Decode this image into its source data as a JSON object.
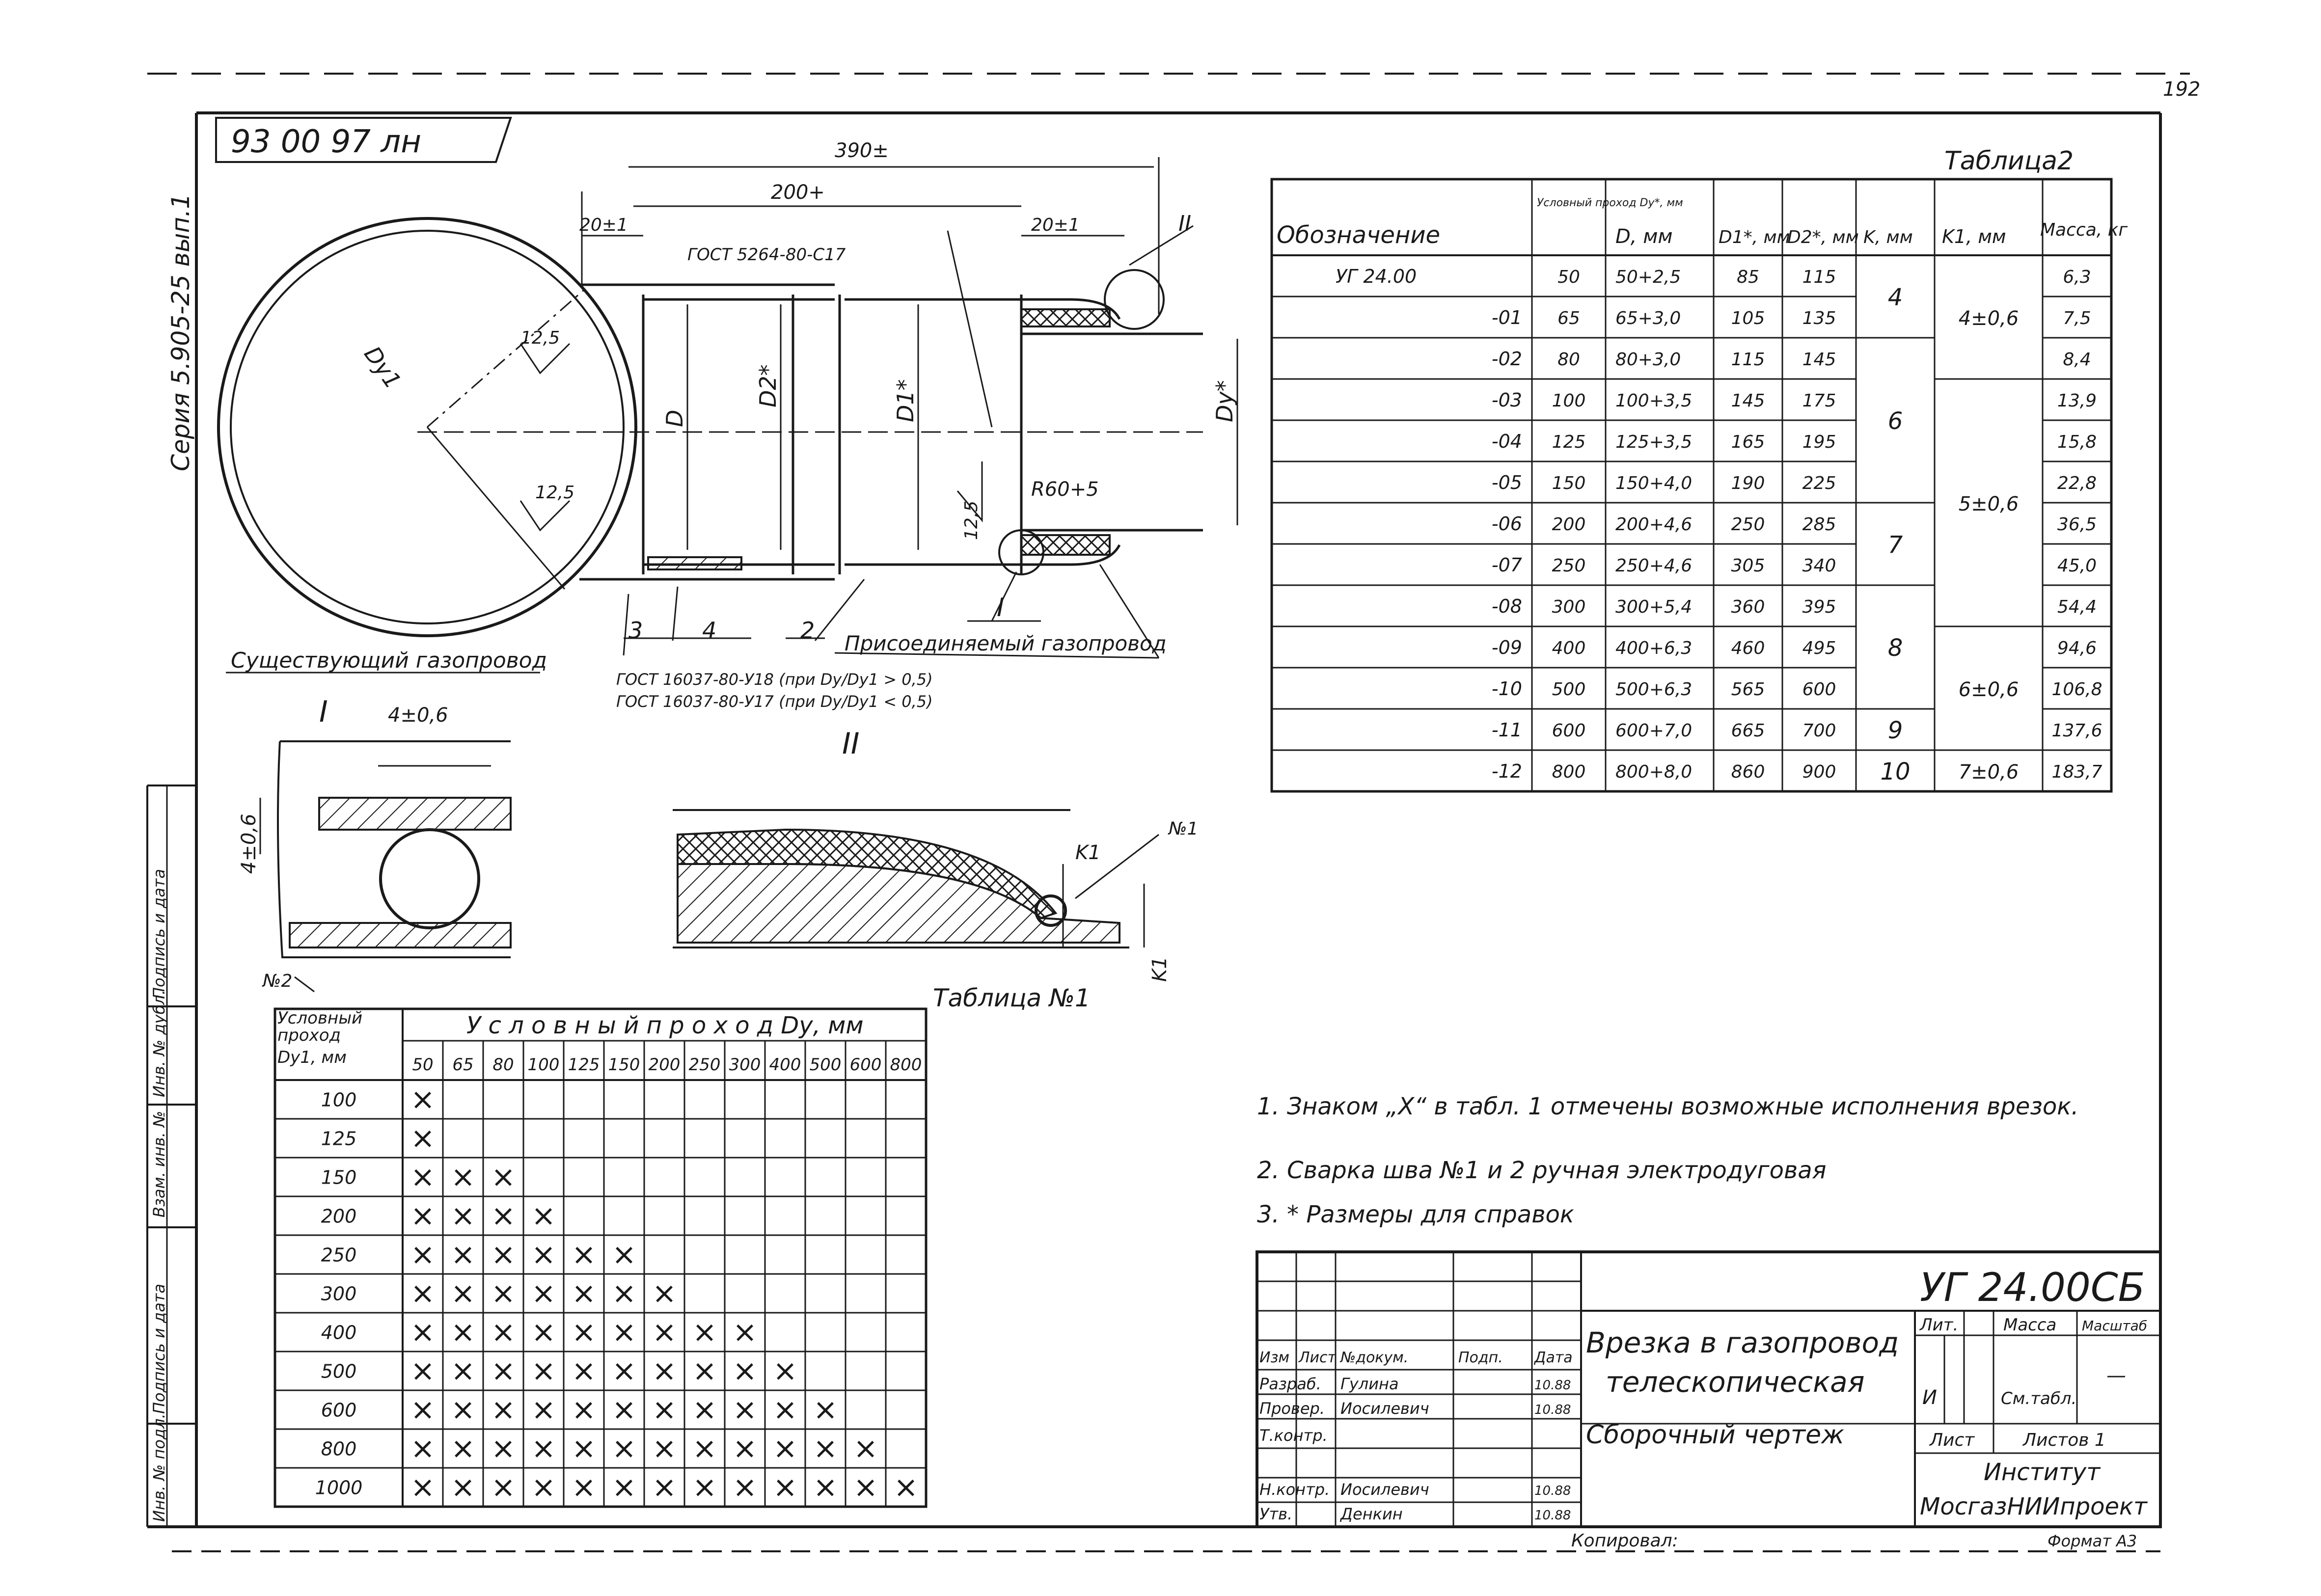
{
  "sheet": {
    "top_code": "93 00 97 лн",
    "corner_mark": "192",
    "side_note": "Серия 5.905-25 вып.1"
  },
  "main_view": {
    "dim_overall": "390±",
    "dim_inner": "200+",
    "dim_left": "20±1",
    "dim_right": "20±1",
    "gost_top": "ГОСТ 5264-80-С17",
    "roughness": [
      "12,5",
      "12,5",
      "12,5"
    ],
    "dy1_label": "Dу1",
    "d_label": "D",
    "d2_label": "D2*",
    "d1_label": "D1*",
    "dy_label": "Dу*",
    "radius": "R60+5",
    "view_ref_1": "I",
    "view_ref_2": "II",
    "pos_labels": [
      "3",
      "4",
      "2"
    ],
    "existing_pipe": "Существующий газопровод",
    "attached_pipe": "Присоединяемый газопровод",
    "gost_weld_1": "ГОСТ 16037-80-У18 (при Dу/Dу1 > 0,5)",
    "gost_weld_2": "ГОСТ 16037-80-У17 (при Dу/Dу1 < 0,5)"
  },
  "detail_1": {
    "title": "I",
    "dim_top": "4±0,6",
    "dim_left": "4±0,6",
    "weld_no": "№2"
  },
  "detail_2": {
    "title": "II",
    "k1": "K1",
    "k_label": "K1",
    "weld_no": "№1"
  },
  "table1": {
    "title": "Таблица №1",
    "row_header_lines": [
      "Условный",
      "проход",
      "Dу1, мм"
    ],
    "group_header": "У с л о в н ы й   п р о х о д   Dу, мм",
    "columns": [
      "50",
      "65",
      "80",
      "100",
      "125",
      "150",
      "200",
      "250",
      "300",
      "400",
      "500",
      "600",
      "800"
    ],
    "rows": [
      "100",
      "125",
      "150",
      "200",
      "250",
      "300",
      "400",
      "500",
      "600",
      "800",
      "1000"
    ],
    "marks_per_row": [
      1,
      1,
      3,
      4,
      6,
      7,
      9,
      10,
      11,
      12,
      13
    ],
    "mark_symbol": "×"
  },
  "table2": {
    "title": "Таблица2",
    "headers": [
      "Обозначение",
      "Условный проход Dу*, мм",
      "D, мм",
      "D1*, мм",
      "D2*, мм",
      "K, мм",
      "K1, мм",
      "Масса, кг"
    ],
    "rows": [
      {
        "designation": "УГ 24.00",
        "dy": "50",
        "d": "50+2,5",
        "d1": "85",
        "d2": "115",
        "mass": "6,3"
      },
      {
        "designation": "-01",
        "dy": "65",
        "d": "65+3,0",
        "d1": "105",
        "d2": "135",
        "mass": "7,5"
      },
      {
        "designation": "-02",
        "dy": "80",
        "d": "80+3,0",
        "d1": "115",
        "d2": "145",
        "mass": "8,4"
      },
      {
        "designation": "-03",
        "dy": "100",
        "d": "100+3,5",
        "d1": "145",
        "d2": "175",
        "mass": "13,9"
      },
      {
        "designation": "-04",
        "dy": "125",
        "d": "125+3,5",
        "d1": "165",
        "d2": "195",
        "mass": "15,8"
      },
      {
        "designation": "-05",
        "dy": "150",
        "d": "150+4,0",
        "d1": "190",
        "d2": "225",
        "mass": "22,8"
      },
      {
        "designation": "-06",
        "dy": "200",
        "d": "200+4,6",
        "d1": "250",
        "d2": "285",
        "mass": "36,5"
      },
      {
        "designation": "-07",
        "dy": "250",
        "d": "250+4,6",
        "d1": "305",
        "d2": "340",
        "mass": "45,0"
      },
      {
        "designation": "-08",
        "dy": "300",
        "d": "300+5,4",
        "d1": "360",
        "d2": "395",
        "mass": "54,4"
      },
      {
        "designation": "-09",
        "dy": "400",
        "d": "400+6,3",
        "d1": "460",
        "d2": "495",
        "mass": "94,6"
      },
      {
        "designation": "-10",
        "dy": "500",
        "d": "500+6,3",
        "d1": "565",
        "d2": "600",
        "mass": "106,8"
      },
      {
        "designation": "-11",
        "dy": "600",
        "d": "600+7,0",
        "d1": "665",
        "d2": "700",
        "mass": "137,6"
      },
      {
        "designation": "-12",
        "dy": "800",
        "d": "800+8,0",
        "d1": "860",
        "d2": "900",
        "mass": "183,7"
      }
    ],
    "k_groups": [
      "4",
      "6",
      "7",
      "8",
      "9",
      "10"
    ],
    "k1_groups": [
      "4±0,6",
      "5±0,6",
      "6±0,6",
      "7±0,6"
    ]
  },
  "notes": [
    "1. Знаком „X“ в табл. 1 отмечены возможные исполнения врезок.",
    "2. Сварка шва №1 и 2 ручная электродуговая",
    "3. * Размеры для справок"
  ],
  "title_block": {
    "code": "УГ 24.00СБ",
    "name_line1": "Врезка в газопровод",
    "name_line2": "телескопическая",
    "doc_type": "Сборочный чертеж",
    "header_cols": [
      "Изм",
      "Лист",
      "№докум.",
      "Подп.",
      "Дата"
    ],
    "staff": [
      {
        "role": "Разраб.",
        "name": "Гулина",
        "date": "10.88"
      },
      {
        "role": "Провер.",
        "name": "Иосилевич",
        "date": "10.88"
      },
      {
        "role": "Т.контр.",
        "name": "",
        "date": ""
      },
      {
        "role": "Н.контр.",
        "name": "Иосилевич",
        "date": "10.88"
      },
      {
        "role": "Утв.",
        "name": "Денкин",
        "date": "10.88"
      }
    ],
    "lit_label": "Лит.",
    "mass_label": "Масса",
    "scale_label": "Масштаб",
    "lit_value": "И",
    "mass_value": "См.табл.",
    "scale_value": "—",
    "sheet_label": "Лист",
    "sheets_label": "Листов 1",
    "org_line1": "Институт",
    "org_line2": "МосгазНИИпроект",
    "copied": "Копировал:",
    "format": "Формат А3"
  },
  "left_strip": [
    "Инв. № подл.",
    "Подпись и дата",
    "Взам. инв. №",
    "Инв. № дубл.",
    "Подпись и дата"
  ]
}
